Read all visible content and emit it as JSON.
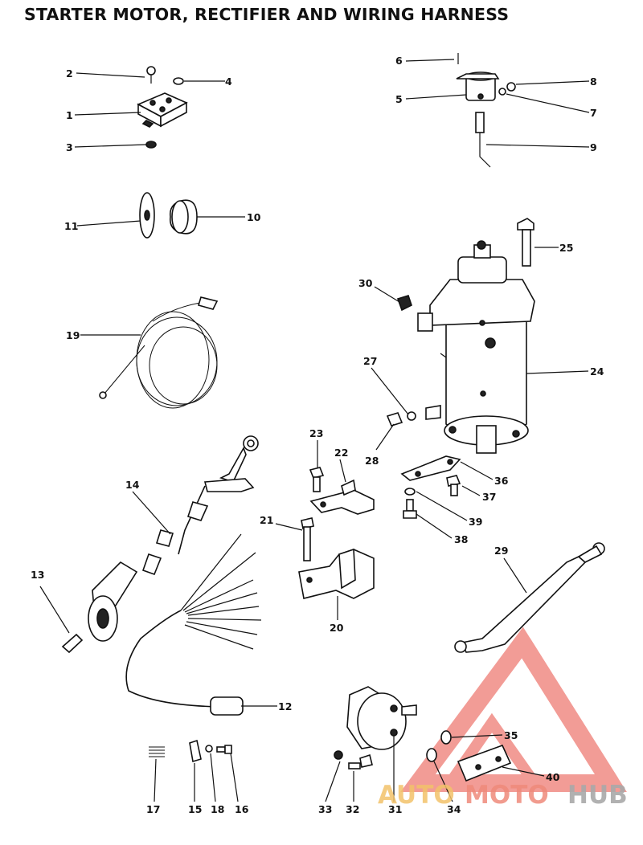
{
  "title": "STARTER MOTOR, RECTIFIER AND WIRING HARNESS",
  "callouts": [
    "1",
    "2",
    "3",
    "4",
    "5",
    "6",
    "7",
    "8",
    "9",
    "10",
    "11",
    "12",
    "13",
    "14",
    "15",
    "16",
    "17",
    "18",
    "19",
    "20",
    "21",
    "22",
    "23",
    "24",
    "25",
    "27",
    "28",
    "29",
    "30",
    "31",
    "32",
    "33",
    "34",
    "35",
    "36",
    "37",
    "38",
    "39",
    "40"
  ],
  "watermark": {
    "word_auto": "AUTO",
    "word_moto": "MOTO",
    "word_hub": "HUB",
    "colors": {
      "auto": "#f2c26a",
      "moto": "#ef8a7a",
      "hub": "#a9a9a9",
      "triangle": "#ee7b73"
    }
  }
}
